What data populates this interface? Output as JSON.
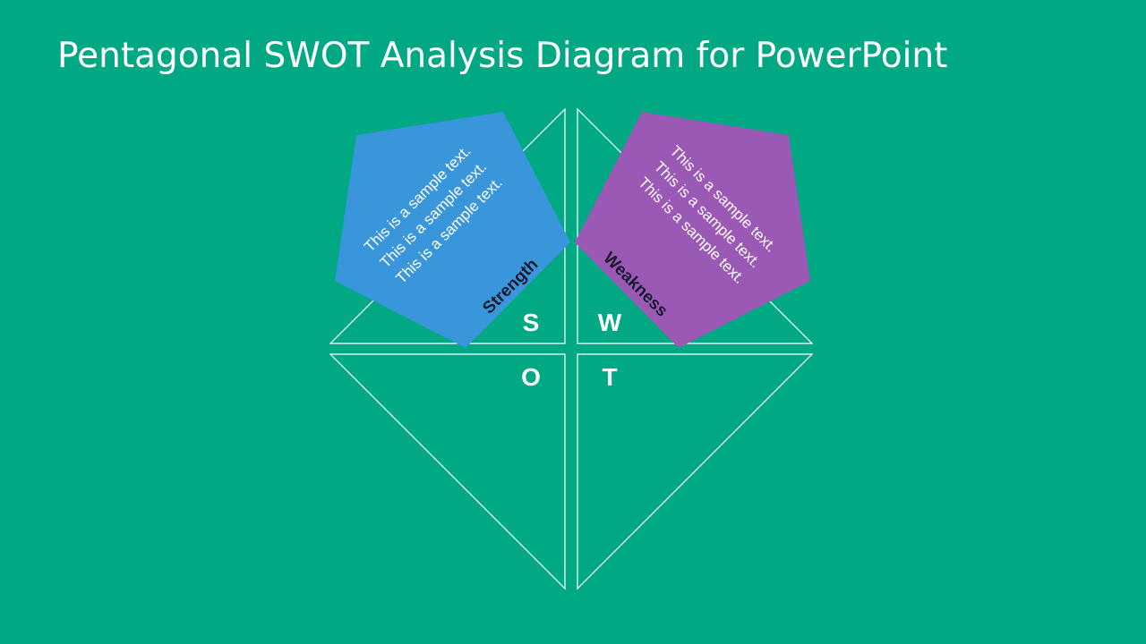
{
  "title": "Pentagonal SWOT Analysis Diagram for PowerPoint",
  "colors": {
    "background": "#00A884",
    "strength": "#3A96DB",
    "weakness": "#9B59B6",
    "outline": "#FFFFFF"
  },
  "quadrants": {
    "s": "S",
    "w": "W",
    "o": "O",
    "t": "T"
  },
  "strength": {
    "label": "Strength",
    "lines": [
      "This is a sample text.",
      "This is a sample text.",
      "This is a sample text."
    ]
  },
  "weakness": {
    "label": "Weakness",
    "lines": [
      "This is a sample text.",
      "This is a sample text.",
      "This is a sample text."
    ]
  }
}
